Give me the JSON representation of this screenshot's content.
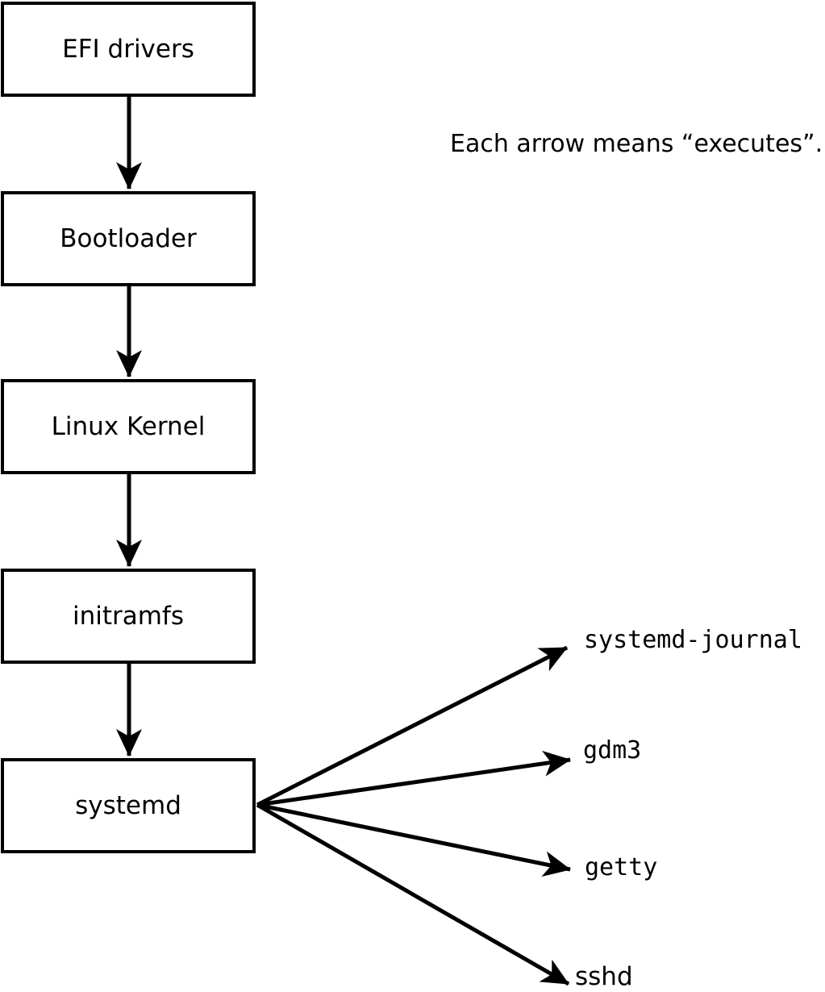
{
  "diagram": {
    "annotation": "Each arrow means “executes”.",
    "arrow_meaning": "executes",
    "colors": {
      "stroke": "#000000",
      "box_fill": "#ffffff",
      "background": "#ffffff"
    },
    "chain": [
      {
        "label": "EFI drivers"
      },
      {
        "label": "Bootloader"
      },
      {
        "label": "Linux Kernel"
      },
      {
        "label": "initramfs"
      },
      {
        "label": "systemd"
      }
    ],
    "processes": [
      {
        "label": "systemd-journal"
      },
      {
        "label": "gdm3"
      },
      {
        "label": "getty"
      },
      {
        "label": "sshd"
      }
    ],
    "edges": [
      {
        "from": "EFI drivers",
        "to": "Bootloader"
      },
      {
        "from": "Bootloader",
        "to": "Linux Kernel"
      },
      {
        "from": "Linux Kernel",
        "to": "initramfs"
      },
      {
        "from": "initramfs",
        "to": "systemd"
      },
      {
        "from": "systemd",
        "to": "systemd-journal"
      },
      {
        "from": "systemd",
        "to": "gdm3"
      },
      {
        "from": "systemd",
        "to": "getty"
      },
      {
        "from": "systemd",
        "to": "sshd"
      }
    ]
  }
}
